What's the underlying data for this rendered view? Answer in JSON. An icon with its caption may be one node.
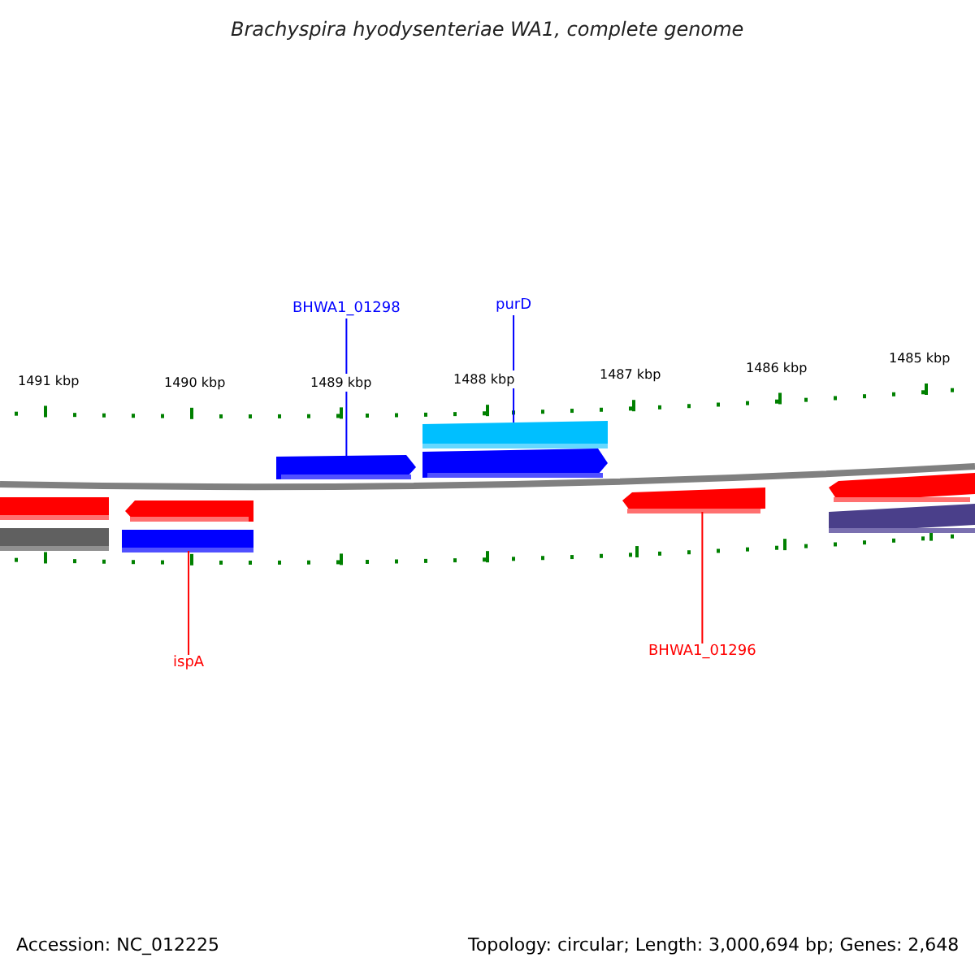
{
  "diagram": {
    "title": "Brachyspira hyodysenteriae WA1, complete genome",
    "nodes": [
      {
        "text": [
          "BHWA1_01298"
        ]
      },
      {
        "text": [
          "purD"
        ]
      },
      {
        "text": [],
        "shape": "bar"
      },
      {
        "text": [],
        "shape": "arrow"
      },
      {
        "text": [],
        "shape": "arrow"
      },
      {
        "text": [],
        "shape": "bar"
      },
      {
        "text": [],
        "shape": "arrow"
      },
      {
        "text": [],
        "shape": "arrow"
      },
      {
        "text": [],
        "shape": "arrow"
      },
      {
        "text": [],
        "shape": "bar"
      },
      {
        "text": [],
        "shape": "bar"
      },
      {
        "text": [],
        "shape": "bar"
      },
      {
        "text": [
          "ispA"
        ]
      },
      {
        "text": [
          "BHWA1_01296"
        ]
      }
    ],
    "edges": [
      {
        "from": 0,
        "to": 3,
        "arrow": "none",
        "color": "#0000ff"
      },
      {
        "from": 1,
        "to": 2,
        "arrow": "none",
        "color": "#0000ff"
      },
      {
        "from": 12,
        "to": 10,
        "arrow": "none",
        "color": "#ff0000"
      },
      {
        "from": 13,
        "to": 7,
        "arrow": "none",
        "color": "#ff0000"
      }
    ],
    "labels": [
      "1491 kbp",
      "1490 kbp",
      "1489 kbp",
      "1488 kbp",
      "1487 kbp",
      "1486 kbp",
      "1485 kbp",
      "Accession: NC_012225",
      "Topology: circular; Length: 3,000,694 bp; Genes: 2,648"
    ]
  }
}
